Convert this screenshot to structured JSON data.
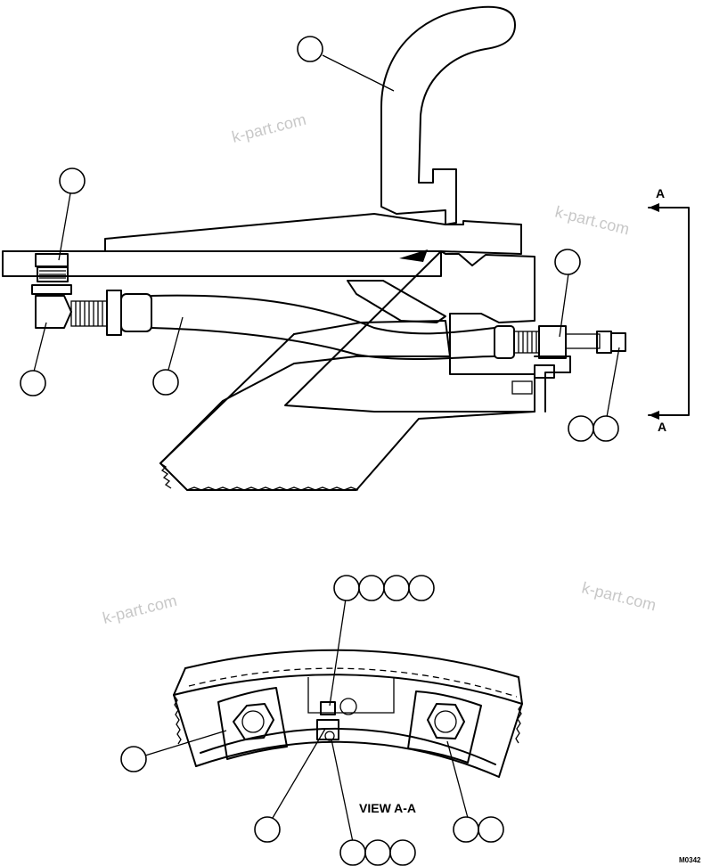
{
  "watermarks": [
    "k-part.com",
    "k-part.com",
    "k-part.com",
    "k-part.com"
  ],
  "section_arrow_label_top": "A",
  "section_arrow_label_bottom": "A",
  "view_label": "VIEW A-A",
  "drawing_code": "M0342"
}
